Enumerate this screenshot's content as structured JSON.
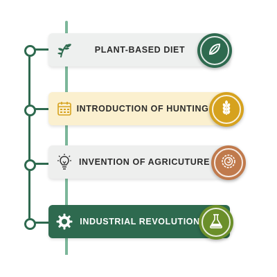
{
  "steps": [
    {
      "label": "PLANT-BASED DIET",
      "left_icon": "sprout-icon",
      "right_icon": "leaf-icon",
      "card_color": "#eef0ef",
      "badge_color": "#2e6a4f"
    },
    {
      "label": "INTRODUCTION OF HUNTING",
      "left_icon": "calendar-icon",
      "right_icon": "wheat-icon",
      "card_color": "#fbf0cf",
      "badge_color": "#d6a21e"
    },
    {
      "label": "INVENTION OF AGRICUTURE",
      "left_icon": "lightbulb-icon",
      "right_icon": "spiral-icon",
      "card_color": "#eeefee",
      "badge_color": "#c07a4c"
    },
    {
      "label": "INDUSTRIAL REVOLUTION",
      "left_icon": "gear-icon",
      "right_icon": "flask-icon",
      "card_color": "#2e6a4f",
      "badge_color": "#6b8f2a"
    }
  ]
}
